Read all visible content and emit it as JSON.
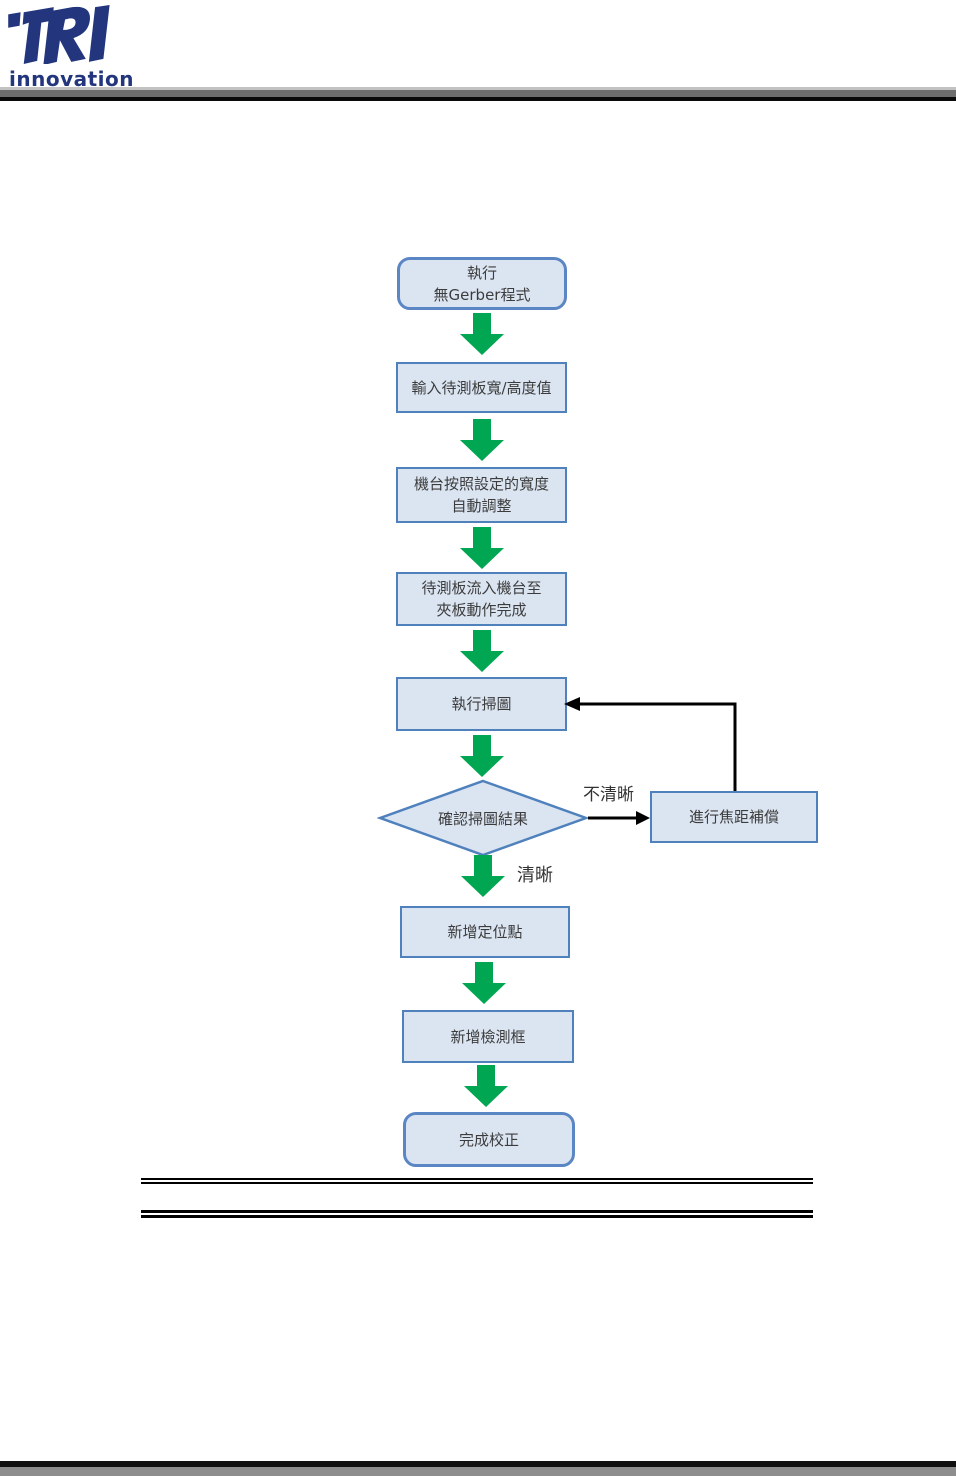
{
  "logo": {
    "brand": "TRI",
    "tagline": "innovation",
    "color": "#22357d"
  },
  "colors": {
    "arrow_green": "#00a651",
    "node_fill": "#dbe5f2",
    "node_border": "#4f81bd",
    "rounded_border": "#5b86c4",
    "connector_black": "#000000"
  },
  "flowchart": {
    "nodes": [
      {
        "id": "start",
        "shape": "rounded",
        "line1": "執行",
        "line2": "無Gerber程式"
      },
      {
        "id": "input-size",
        "shape": "rect",
        "line1": "輸入待測板寬/高度值"
      },
      {
        "id": "auto-adjust",
        "shape": "rect",
        "line1": "機台按照設定的寬度",
        "line2": "自動調整"
      },
      {
        "id": "board-flow",
        "shape": "rect",
        "line1": "待測板流入機台至",
        "line2": "夾板動作完成"
      },
      {
        "id": "scan",
        "shape": "rect",
        "line1": "執行掃圖"
      },
      {
        "id": "check-result",
        "shape": "diamond",
        "line1": "確認掃圖結果"
      },
      {
        "id": "focus-comp",
        "shape": "rect",
        "line1": "進行焦距補償"
      },
      {
        "id": "add-locate-point",
        "shape": "rect",
        "line1": "新增定位點"
      },
      {
        "id": "add-inspect-frame",
        "shape": "rect",
        "line1": "新增檢測框"
      },
      {
        "id": "finish",
        "shape": "rounded",
        "line1": "完成校正"
      }
    ],
    "edge_labels": {
      "unclear": "不清晰",
      "clear": "清晰"
    }
  }
}
